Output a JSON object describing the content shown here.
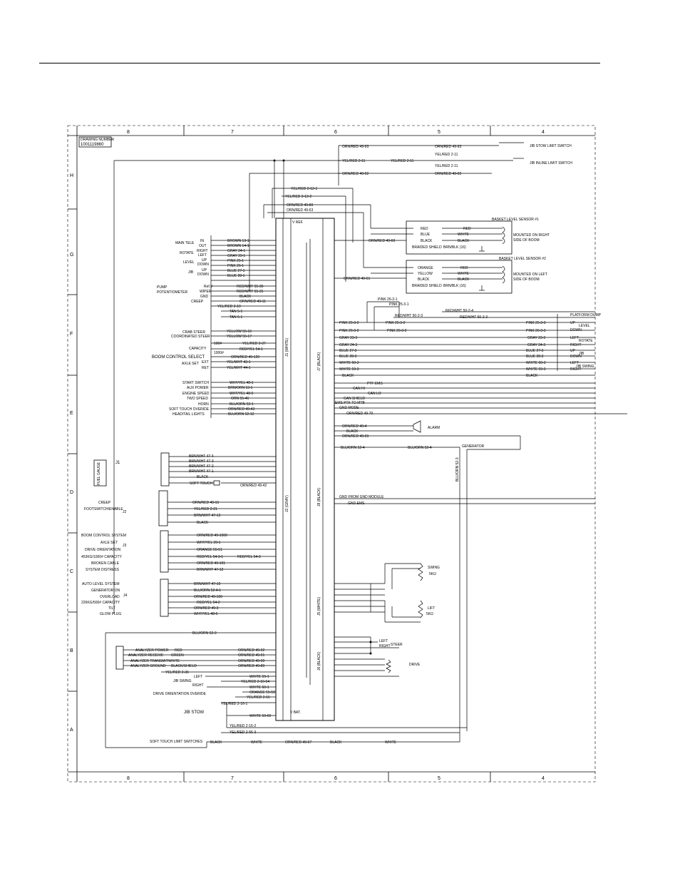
{
  "drawing_number_label": "DRAWING NUMBER",
  "drawing_number": "1001119860",
  "columns": [
    "8",
    "7",
    "6",
    "5",
    "4"
  ],
  "rows": [
    "H",
    "G",
    "F",
    "E",
    "D",
    "C",
    "B",
    "A"
  ],
  "connectors": {
    "j1_white": "J1 (WHITE)",
    "j7_black": "J7 (BLACK)",
    "j2_gray": "J2 (GRAY)",
    "j8_black": "J8 (BLACK)",
    "j5_white": "J5 (WHITE)",
    "j6_black": "J6 (BLACK)",
    "vref": "V REF.",
    "vbat": "V BAT.",
    "j1_ext": "J1",
    "j2_ext": "J2",
    "j3_ext": "J3",
    "j4_ext": "J4"
  },
  "top_wires": [
    {
      "label": "ORN/RED 49-93"
    },
    {
      "label": "YEL/RED 2-11"
    },
    {
      "label": "ORN/RED 49-92"
    },
    {
      "label": "YEL/RED 2-12-1"
    },
    {
      "label": "YEL/RED 2-12-2"
    },
    {
      "label": "ORN/RED 49-80"
    },
    {
      "label": "ORN/RED 49-63"
    }
  ],
  "jib_switches": {
    "stow": "JIB STOW LIMIT SWITCH",
    "inline": "JIB INLINE LIMIT SWITCH"
  },
  "sensors": {
    "s1_title": "BASKET LEVEL SENSOR #1",
    "s1_mount": [
      "MOUNTED ON RIGHT",
      "SIDE OF BOOM"
    ],
    "s2_title": "BASKET LEVEL SENSOR #2",
    "s2_mount": [
      "MOUNTED ON LEFT",
      "SIDE OF BOOM"
    ],
    "s1_wire": "ORN/RED 49-60",
    "s2_wire": "ORN/RED 49-61",
    "colors_in": [
      "RED",
      "BLUE",
      "BLACK"
    ],
    "colors_out": [
      "RED",
      "WHITE",
      "BLACK"
    ],
    "colors2_in": [
      "ORANGE",
      "YELLOW",
      "BLACK"
    ],
    "colors2_out": [
      "RED",
      "WHITE",
      "BLACK"
    ],
    "shield": "BRAIDED SHIELD",
    "shield_wire": "BRN/BLK (16)"
  },
  "j1_left": [
    {
      "group": "MAIN TELE",
      "sub": "IN",
      "wire": "BROWN 13-1"
    },
    {
      "group": "",
      "sub": "OUT",
      "wire": "BROWN 14-1"
    },
    {
      "group": "",
      "sub": "",
      "wire": "GRAY 24-1"
    },
    {
      "group": "ROTATE",
      "sub": "RIGHT",
      "wire": "GRAY 23-1"
    },
    {
      "group": "",
      "sub": "LEFT",
      "wire": "PINK 25-1"
    },
    {
      "group": "LEVEL",
      "sub": "UP",
      "wire": "PINK 26-1"
    },
    {
      "group": "",
      "sub": "DOWN",
      "wire": "BLUE 27-1"
    },
    {
      "group": "JIB",
      "sub": "UP",
      "wire": "BLUE 28-1"
    },
    {
      "group": "",
      "sub": "DOWN",
      "wire": ""
    },
    {
      "group": "PUMP",
      "sub": "Ref.V",
      "wire": "RED/WHT 55-30"
    },
    {
      "group": "POTENTIOMETER",
      "sub": "WIPER",
      "wire": "RED/WHT 55-31"
    },
    {
      "group": "",
      "sub": "GND",
      "wire": "BLACK"
    },
    {
      "group": "CREEP",
      "sub": "",
      "wire": "ORN/RED 49-11"
    },
    {
      "group": "",
      "sub": "",
      "wire": "YEL/RED 2-10"
    },
    {
      "group": "",
      "sub": "",
      "wire": "TAN 5-1"
    },
    {
      "group": "",
      "sub": "",
      "wire": "TAN 6-1"
    },
    {
      "group": "CRAB STEER",
      "sub": "",
      "wire": "YELLOW 55-16"
    },
    {
      "group": "COORDINATED STEER",
      "sub": "",
      "wire": "YELLOW 55-17"
    },
    {
      "group": "CAPACITY",
      "sub": "500#",
      "wire": "YEL/RED 2-37"
    },
    {
      "group": "",
      "sub": "1000#",
      "wire": "RED/YEL 54-1"
    },
    {
      "group": "BOOM CONTROL SELECT",
      "sub": "",
      "wire": "ORN/RED 49-120"
    },
    {
      "group": "AXLE SET",
      "sub": "EXT",
      "wire": "YEL/WHT 43-1"
    },
    {
      "group": "",
      "sub": "RET",
      "wire": "YEL/WHT 44-1"
    },
    {
      "group": "START SWITCH",
      "sub": "",
      "wire": "WHT/YEL 48-1"
    },
    {
      "group": "AUX POWER",
      "sub": "",
      "wire": "BRN/ORN 53-1"
    },
    {
      "group": "ENGINE SPEED",
      "sub": "",
      "wire": "WHT/YEL 48-5"
    },
    {
      "group": "TWO SPEED",
      "sub": "",
      "wire": "ORN 55-46"
    },
    {
      "group": "HORN",
      "sub": "",
      "wire": "BLU/ORN 52-1"
    },
    {
      "group": "SOFT TOUCH OVERIDE",
      "sub": "",
      "wire": "ORN/RED 49-43"
    },
    {
      "group": "HEAD/TAIL LIGHTS",
      "sub": "",
      "wire": "BLU/ORN 52-12"
    }
  ],
  "j7_right": [
    {
      "wire": "PINK 26-3-1"
    },
    {
      "wire": "PINK 25-3-1"
    },
    {
      "wire": "RED/WHT 50-2-4"
    },
    {
      "wire": "RED/WHT 50-2-3"
    },
    {
      "wire": "PINK 25-3-2"
    },
    {
      "wire": "PINK 26-3-2"
    },
    {
      "wire": "GRAY 23-3"
    },
    {
      "wire": "GRAY 24-3"
    },
    {
      "wire": "BLUE 27-3"
    },
    {
      "wire": "BLUE 28-3"
    },
    {
      "wire": "WHITE 60-3"
    },
    {
      "wire": "WHITE 59-3"
    },
    {
      "wire": "BLACK"
    }
  ],
  "j7_far": {
    "w1": "RED/WHT 50-2-3",
    "w2": "PINK 25-3-3",
    "w3": "PINK 26-3-3",
    "w4": "GRAY 23-3",
    "w5": "GRAY 24-3",
    "w6": "BLUE 27-3",
    "w7": "BLUE 28-3",
    "w8": "WHITE 60-3",
    "w9": "WHITE 59-3",
    "w10": "BLACK",
    "platform_dump": "PLATFORM DUMP",
    "level": "LEVEL",
    "rotate": "ROTATE",
    "jib": "JIB",
    "jib_swing": "JIB SWING",
    "up": "UP",
    "down": "DOWN",
    "left": "LEFT",
    "right": "RIGHT"
  },
  "can": {
    "ptf_ems": "PTF EMS",
    "can_hi": "CAN HI",
    "can_lo": "CAN LO",
    "can_shield": "CAN SHIELD",
    "ems_ptf": "EMS PTF TO MTB",
    "gnd_mode": "GND MODE",
    "orn_70": "ORN/RED 49-70"
  },
  "alarm": {
    "w1": "ORN/RED 49-4",
    "w2": "BLACK",
    "w3": "ORN/RED 49-69",
    "label": "ALARM"
  },
  "generator": {
    "w1": "BLU/ORN 52-4",
    "w2": "BLU/ORN 52-4",
    "label": "GENERATOR",
    "vert": "BLU/ORN 52-3"
  },
  "j1_ext_wires": [
    "BRN/WHT 47-4",
    "BRN/WHT 47-3",
    "BRN/WHT 47-2",
    "BRN/WHT 47-1",
    "BLACK"
  ],
  "soft_touch": {
    "label": "SOFT TOUCH",
    "wire": "ORN/RED 49-42"
  },
  "fuel_gauge": "FUEL GAUGE",
  "j8": {
    "gnd_module": "GND FROM GND MODULE",
    "gnd_ems": "GND EMS"
  },
  "creep": {
    "title": "CREEP",
    "sub": "FOOTSWITCH/ENABLE",
    "wires": [
      "ORN/RED 49-15",
      "YEL/RED 2-21",
      "BRN/WHT 47-13",
      "BLACK"
    ]
  },
  "j3": {
    "labels": [
      "BOOM CONTROL SYSTEM",
      "AXLE SET",
      "DRIVE ORIENTATION",
      "453KG/1000# CAPACITY",
      "BROKEN CABLE",
      "SYSTEM DISTRESS"
    ],
    "wires": [
      "ORN/RED 49-1000",
      "WHT/YEL 39-1",
      "ORANGE 55-51",
      "RED/YEL 54-3-1",
      "ORN/RED 49-101",
      "BRN/WHT 47-12"
    ],
    "extra": "RED/YEL 54-3"
  },
  "j4": {
    "labels": [
      "AUTO LEVEL SYSTEM",
      "GENERATOR ON",
      "OVERLOAD",
      "226KG/500# CAPACITY",
      "TILT",
      "GLOW PLUG"
    ],
    "wires": [
      "BRN/WHT 47-10",
      "BLU/ORN 52-4-1",
      "ORN/RED 49-100",
      "RED/YEL 54-2",
      "ORN/RED 49-3",
      "WHT/YEL 48-6"
    ]
  },
  "swing_lift": {
    "swing": "SWING",
    "swing_val": "5KΩ",
    "lift": "LIFT",
    "lift_val": "5KΩ"
  },
  "steer_drive": {
    "steer": "STEER",
    "left": "LEFT",
    "right": "RIGHT",
    "drive": "DRIVE"
  },
  "blu_orn_53": "BLU/ORN 52-3",
  "analyzer": {
    "labels": [
      "ANALYZER POWER",
      "ANALYZER RECEIVE",
      "ANALYZER TRANSMIT",
      "ANALYZER GROUND"
    ],
    "colors": [
      "RED",
      "GREEN",
      "WHITE",
      "BLACK/SHIELD"
    ],
    "wires": [
      "ORN/RED 49-92",
      "ORN/RED 49-91",
      "ORN/RED 49-90",
      "ORN/RED 49-89"
    ]
  },
  "bottom": {
    "yel_36": "YEL/RED 2-36",
    "jib_swing": "JIB SWING",
    "left": "LEFT",
    "right": "RIGHT",
    "white_59": "WHITE 59-1",
    "yel_16": "YEL/RED 2-16-54",
    "white_60": "WHITE 60-1",
    "drive_or": "DRIVE ORIENTATION OVERIDE",
    "orange_55": "ORANGE 55-50",
    "yel_2_16": "YEL/RED 2-16",
    "yel_2_16_1": "YEL/RED 2-16-1",
    "jib_stow": "JIB STOW",
    "white_59_66": "WHITE 59-66",
    "yel_16_2": "YEL/RED 2-16-2",
    "yel_55_3": "YEL/RED 2-55-3",
    "soft_touch_ls": "SOFT TOUCH LIMIT SWITCHES",
    "black": "BLACK",
    "white": "WHITE",
    "orn_67": "ORN/RED 49-67"
  }
}
